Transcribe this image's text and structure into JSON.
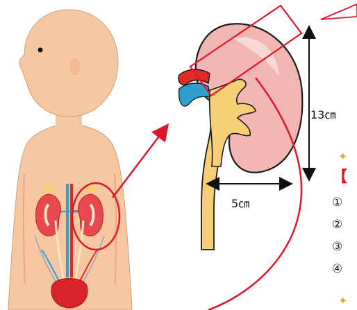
{
  "labels": {
    "kidney_height": "13㎝",
    "kidney_width": "5㎝"
  },
  "list": {
    "bracket": "【",
    "markers": [
      "①",
      "②",
      "③",
      "④"
    ]
  },
  "icons": [
    "star-icon"
  ],
  "colors": {
    "skin": "#f6c7a0",
    "kidney": "#f2b6b3",
    "kidney_outline": "#1a1a1a",
    "ureter": "#f6cf76",
    "vein": "#2f9fd0",
    "artery": "#e02a2a",
    "annotation_red": "#e0152a",
    "bladder": "#d8232a"
  }
}
